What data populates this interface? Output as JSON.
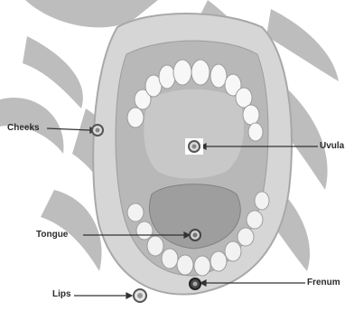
{
  "labels": {
    "cheeks": "Cheeks",
    "uvula": "Uvula",
    "tongue": "Tongue",
    "frenum": "Frenum",
    "lips": "Lips"
  },
  "colors": {
    "background": "#ffffff",
    "watermark": "#b2b2b2",
    "mouth_outline": "#cfcfcf",
    "palate": "#bdbdbd",
    "teeth": "#f7f7f7",
    "tongue": "#9e9e9e",
    "leader_line": "#333333",
    "marker_ring": "#555555"
  }
}
